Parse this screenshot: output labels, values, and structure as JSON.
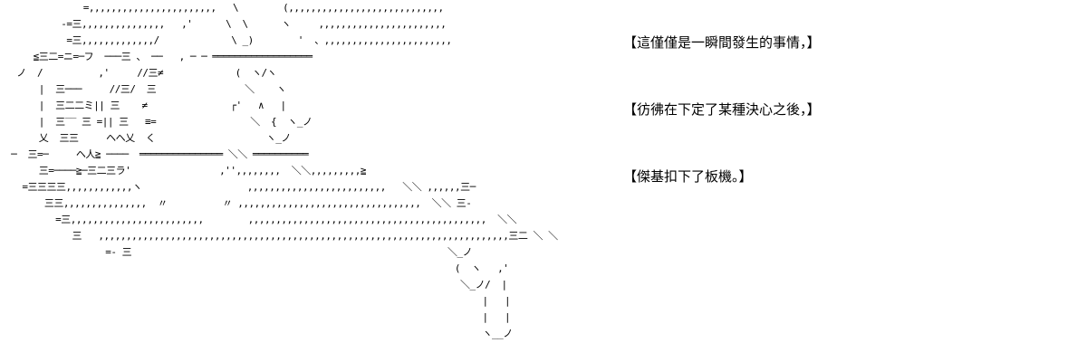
{
  "ascii_art": {
    "lines": [
      "              =,,,,,,,,,,,,,,,,,,,,,,,   \\        (,,,,,,,,,,,,,,,,,,,,,,,,,,,,",
      "          -=三,,,,,,,,,,,,,,,   ,'      \\  \\      ヽ     ,,,,,,,,,,,,,,,,,,,,,,,",
      "           =三,,,,,,,,,,,,,/             \\ _)        '  、,,,,,,,,,,,,,,,,,,,,,,,",
      "     ≦三二=ニ=─フ  ───三 、 ──   , ─ ─ ══════════════════",
      "  ノ  /          ,'     //三≠             (  ヽ/ヽ",
      "      |  三───     //三/  三                ＼    ヽ",
      "      |  三二二ミ|| 三    ≠               ┌'   ∧   |",
      "      |  三‾‾ 三 =|| 三   ≡=                 ＼  {  ヽ_ノ",
      "      乂  三三     ヘヘ乂  く                    ヽ_ノ",
      " ─  三=─     ヘ人≧ ────  ═══════════════ ＼＼ ══════════",
      "      三=────≧─三二三ラ'                ,'',,,,,,,,  ＼＼,,,,,,,,,≧",
      "   =三三三三,,,,,,,,,,,,ヽ                   ,,,,,,,,,,,,,,,,,,,,,,,,,   ＼＼ ,,,,,,三─",
      "       三三,,,,,,,,,,,,,,,  〃          〃 ,,,,,,,,,,,,,,,,,,,,,,,,,,,,,,,,,  ＼＼ 三-",
      "         =三,,,,,,,,,,,,,,,,,,,,,,,,        ,,,,,,,,,,,,,,,,,,,,,,,,,,,,,,,,,,,,,,,,,,,  ＼＼",
      "            三   ,,,,,,,,,,,,,,,,,,,,,,,,,,,,,,,,,,,,,,,,,,,,,,,,,,,,,,,,,,,,,,,,,,,,,,,,,,三二 ＼ ＼",
      "                  =- 三                                                         ＼_ノ",
      "                                                                                 (  ヽ   ,'",
      "                                                                                  ＼_ノ/  |",
      "                                                                                      |   |",
      "                                                                                      |   |",
      "                                                                                      ヽ__ノ"
    ]
  },
  "captions": [
    "【這僅僅是一瞬間發生的事情，】",
    "【彷彿在下定了某種決心之後，】",
    "【傑基扣下了板機。】"
  ]
}
